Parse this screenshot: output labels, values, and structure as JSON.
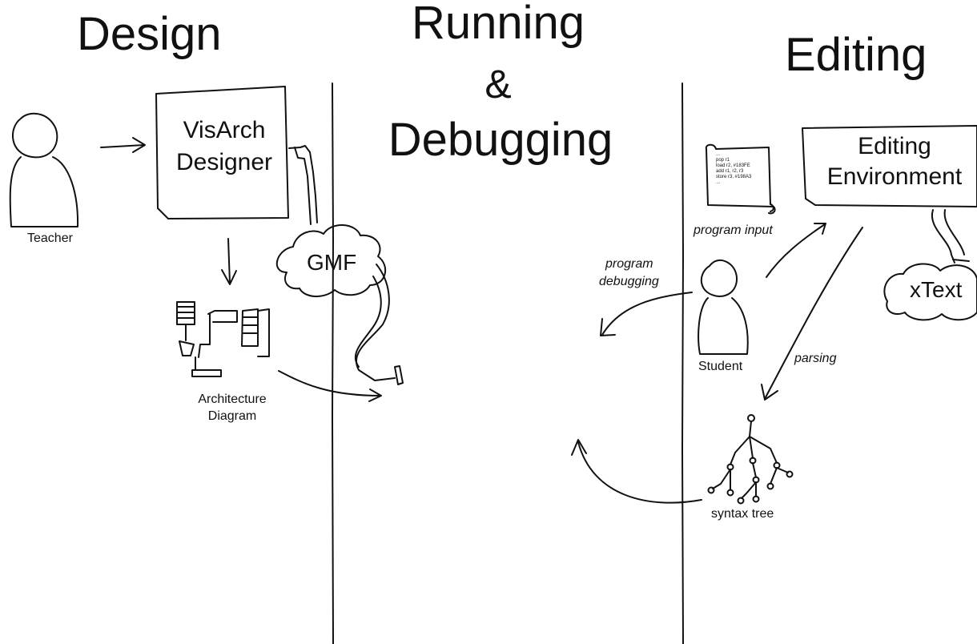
{
  "sections": {
    "design": "Design",
    "running_line1": "Running",
    "running_line2": "&",
    "running_line3": "Debugging",
    "editing": "Editing"
  },
  "design": {
    "teacher_label": "Teacher",
    "designer_line1": "VisArch",
    "designer_line2": "Designer",
    "gmf_label": "GMF",
    "architecture_line1": "Architecture",
    "architecture_line2": "Diagram"
  },
  "editing": {
    "env_line1": "Editing",
    "env_line2": "Environment",
    "xtext_label": "xText",
    "program_input_label": "program input",
    "program_debugging_line1": "program",
    "program_debugging_line2": "debugging",
    "student_label": "Student",
    "parsing_label": "parsing",
    "syntax_tree_label": "syntax tree",
    "scroll_lines": [
      "...",
      "pop r1",
      "load r2, #183FE",
      "add r1, r2, r3",
      "store r3, #198A3",
      "..."
    ]
  }
}
